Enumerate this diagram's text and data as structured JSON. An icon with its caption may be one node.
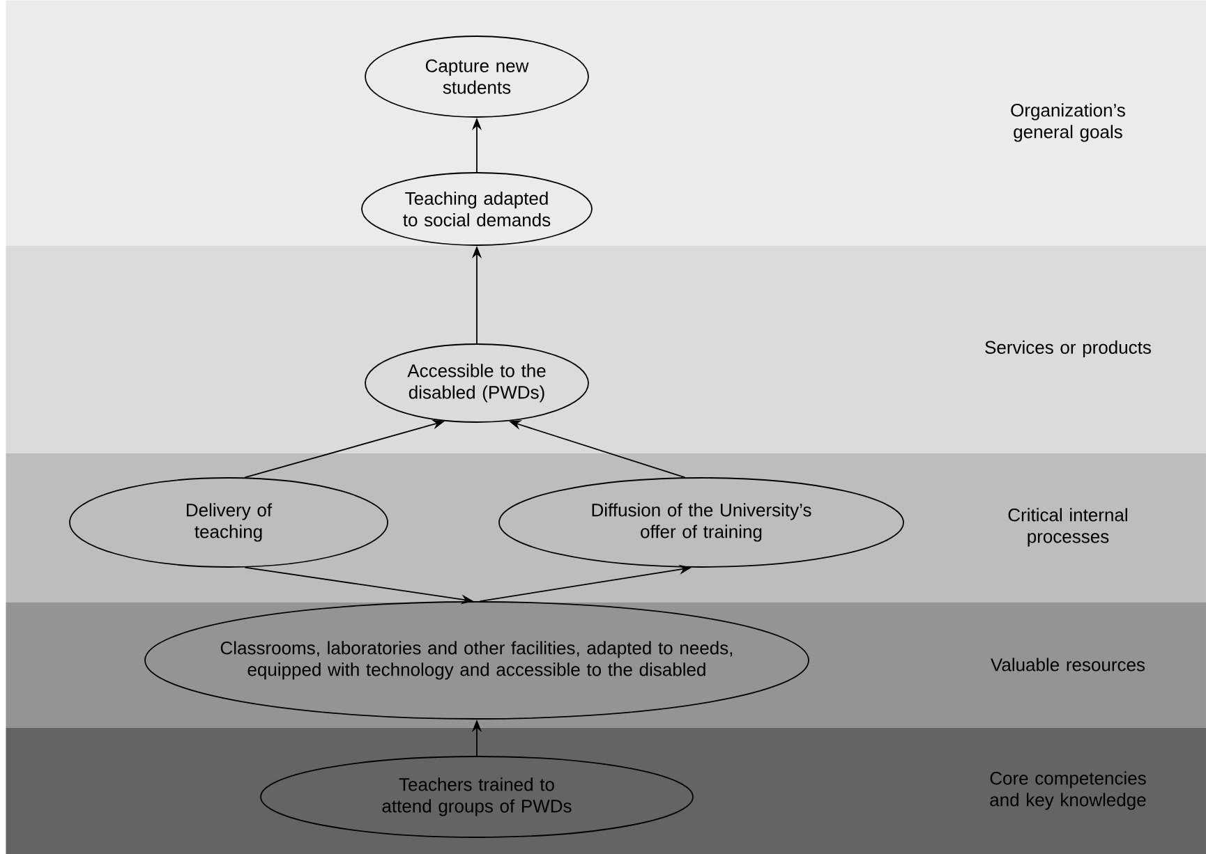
{
  "diagram": {
    "nodes": [
      {
        "text": [
          "Organization’s general goals"
        ]
      },
      {
        "text": [
          "Capture new students"
        ],
        "in": 0
      },
      {
        "text": [
          "Teaching adapted to social demands"
        ],
        "in": 0
      },
      {
        "text": [
          "Services or products"
        ]
      },
      {
        "text": [
          "Accessible to the disabled (PWDs)"
        ],
        "in": 3
      },
      {
        "text": [
          "Critical internal processes"
        ]
      },
      {
        "text": [
          "Delivery of teaching"
        ],
        "in": 5
      },
      {
        "text": [
          "Diffusion of the University’s offer of training"
        ],
        "in": 5
      },
      {
        "text": [
          "Valuable resources"
        ]
      },
      {
        "text": [
          "Classrooms, laboratories and other facilities, adapted to needs, equipped with technology and accessible to the disabled"
        ],
        "in": 8
      },
      {
        "text": [
          "Core competencies and key knowledge"
        ]
      },
      {
        "text": [
          "Teachers trained to attend groups of PWDs"
        ],
        "in": 10
      }
    ],
    "edges": [
      {
        "from": 2,
        "to": 1,
        "arrow": "to"
      },
      {
        "from": 4,
        "to": 2,
        "arrow": "to"
      },
      {
        "from": 6,
        "to": 4,
        "arrow": "to"
      },
      {
        "from": 7,
        "to": 4,
        "arrow": "to"
      },
      {
        "from": 6,
        "to": 9,
        "arrow": "to"
      },
      {
        "from": 9,
        "to": 7,
        "arrow": "to"
      },
      {
        "from": 11,
        "to": 9,
        "arrow": "to"
      }
    ]
  }
}
